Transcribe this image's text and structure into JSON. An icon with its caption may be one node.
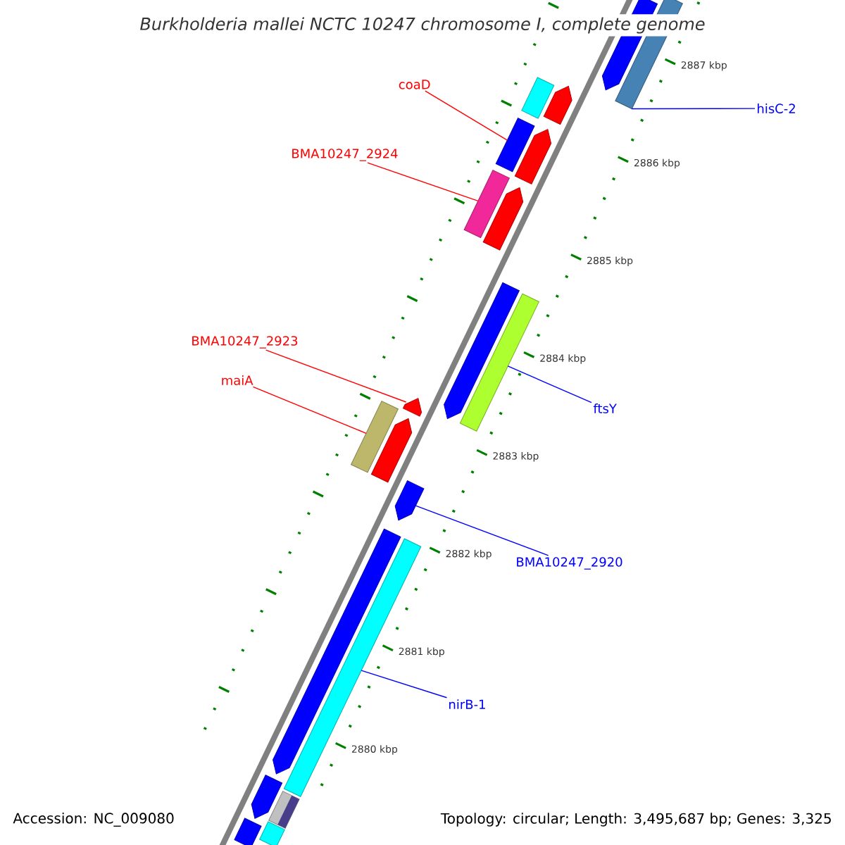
{
  "diagram": {
    "title": "Burkholderia mallei NCTC 10247 chromosome I, complete genome",
    "nodes": [
      {
        "text": [
          "coaD"
        ]
      },
      {
        "text": [
          "hisC-2"
        ]
      },
      {
        "text": [
          "BMA10247_2924"
        ]
      },
      {
        "text": [
          "BMA10247_2923"
        ]
      },
      {
        "text": [
          "maiA"
        ]
      },
      {
        "text": [
          "ftsY"
        ]
      },
      {
        "text": [
          "BMA10247_2920"
        ]
      },
      {
        "text": [
          "nirB-1"
        ]
      },
      {
        "text": [],
        "shape": "pentagon"
      },
      {
        "text": [],
        "shape": "bar"
      },
      {
        "text": [],
        "shape": "bar"
      },
      {
        "text": [],
        "shape": "pentagon"
      },
      {
        "text": [],
        "shape": "bar"
      },
      {
        "text": [],
        "shape": "pentagon"
      },
      {
        "text": [],
        "shape": "bar"
      },
      {
        "text": [],
        "shape": "pentagon"
      },
      {
        "text": [],
        "shape": "pentagon"
      },
      {
        "text": [],
        "shape": "bar"
      },
      {
        "text": [],
        "shape": "pentagon"
      },
      {
        "text": [],
        "shape": "bar"
      },
      {
        "text": [],
        "shape": "pentagon"
      },
      {
        "text": [],
        "shape": "pentagon"
      },
      {
        "text": [],
        "shape": "pentagon"
      },
      {
        "text": [],
        "shape": "bar"
      },
      {
        "text": [],
        "shape": "pentagon"
      },
      {
        "text": [],
        "shape": "bar"
      },
      {
        "text": [],
        "shape": "bar"
      },
      {
        "text": [],
        "shape": "bar"
      }
    ],
    "edges": [
      {
        "from": 0,
        "to": 12,
        "arrow": "none",
        "color": "#ff0000"
      },
      {
        "from": 1,
        "to": 9,
        "arrow": "none",
        "color": "#0000ff"
      },
      {
        "from": 2,
        "to": 14,
        "arrow": "none",
        "color": "#ff0000"
      },
      {
        "from": 3,
        "to": 18,
        "arrow": "none",
        "color": "#ff0000"
      },
      {
        "from": 4,
        "to": 19,
        "arrow": "none",
        "color": "#ff0000"
      },
      {
        "from": 5,
        "to": 17,
        "arrow": "none",
        "color": "#0000ff"
      },
      {
        "from": 6,
        "to": 21,
        "arrow": "none",
        "color": "#0000ff"
      },
      {
        "from": 7,
        "to": 23,
        "arrow": "none",
        "color": "#0000ff"
      }
    ],
    "labels": [
      "2887 kbp",
      "2886 kbp",
      "2885 kbp",
      "2884 kbp",
      "2883 kbp",
      "2882 kbp",
      "2881 kbp",
      "2880 kbp",
      "Accession: NC_009080",
      "Topology: circular; Length: 3,495,687 bp; Genes: 3,325"
    ]
  }
}
